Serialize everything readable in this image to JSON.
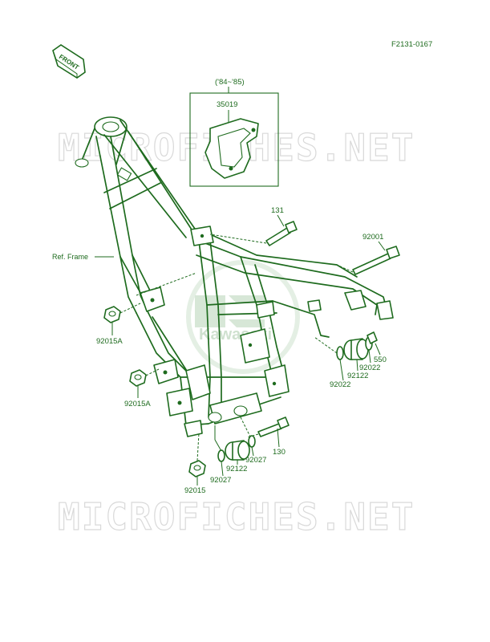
{
  "header": {
    "drawing_ref": "F2131-0167",
    "front_arrow_label": "FRONT"
  },
  "watermark": {
    "text": "MICROFICHES.NET",
    "logo_text": "Kawasaki"
  },
  "inset": {
    "year_range": "('84~'85)",
    "part_number": "35019"
  },
  "callouts": {
    "p131": "131",
    "p92001": "92001",
    "ref_frame": "Ref. Frame",
    "p92015A_top": "92015A",
    "p92015A_bottom": "92015A",
    "p550": "550",
    "p92022_a": "92022",
    "p92122_a": "92122",
    "p92022_b": "92022",
    "p130": "130",
    "p92027_a": "92027",
    "p92122_b": "92122",
    "p92027_b": "92027",
    "p92015": "92015"
  },
  "colors": {
    "line": "#1e6b1e",
    "watermark": "#d9d9d9"
  }
}
